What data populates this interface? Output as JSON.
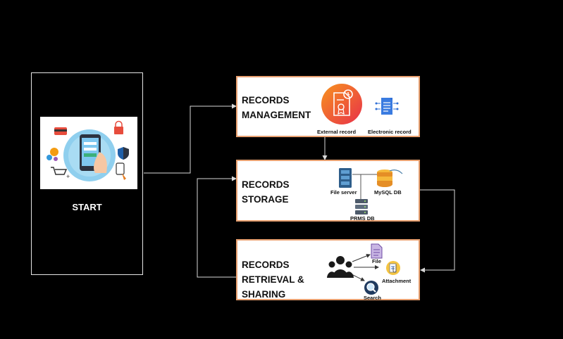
{
  "start": {
    "label": "START"
  },
  "management": {
    "title_line1": "RECORDS",
    "title_line2": "MANAGEMENT",
    "items": [
      "External record",
      "Electronic record"
    ]
  },
  "storage": {
    "title_line1": "RECORDS",
    "title_line2": "STORAGE",
    "items": [
      "File server",
      "MySQL DB",
      "PRMS DB"
    ]
  },
  "retrieval": {
    "title_line1": "RECORDS",
    "title_line2": "RETRIEVAL &",
    "title_line3": "SHARING",
    "items": [
      "File",
      "Attachment",
      "Search"
    ]
  },
  "colors": {
    "background": "#000000",
    "box_border": "#e8a070",
    "connector": "#d9d9d9",
    "accent_orange": "#f0703a",
    "accent_blue": "#2f6fd6"
  },
  "icons": [
    "smartphone-services-icon",
    "certificate-icon",
    "digital-document-icon",
    "server-icon",
    "database-icon",
    "database-stack-icon",
    "users-group-icon",
    "file-icon",
    "attachment-icon",
    "search-icon"
  ]
}
